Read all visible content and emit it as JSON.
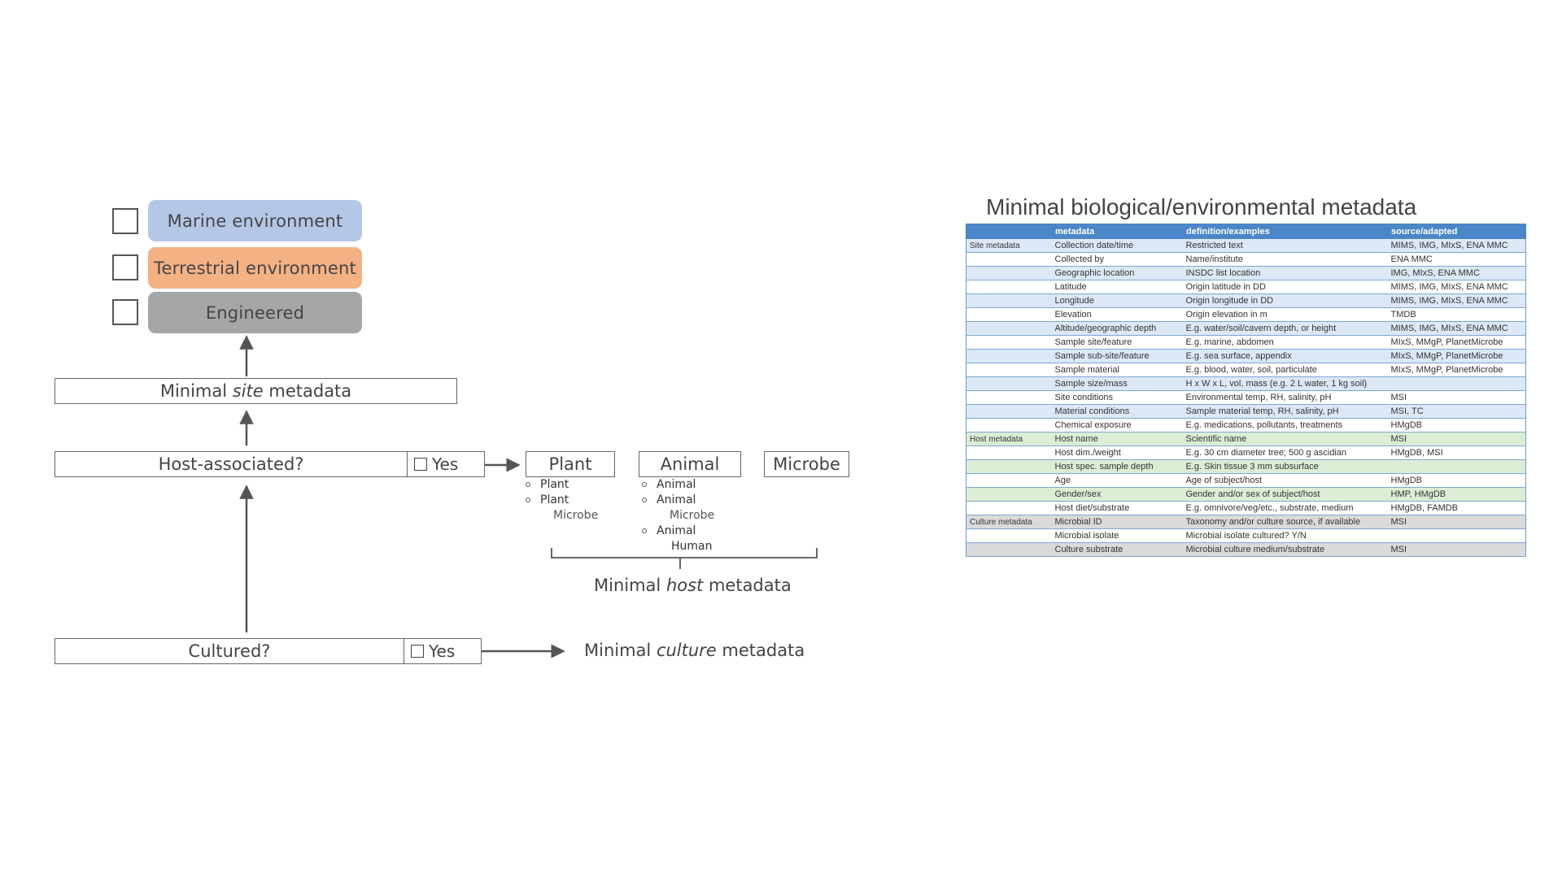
{
  "diagram": {
    "environments": [
      {
        "label": "Marine environment",
        "color": "#b4c7e7"
      },
      {
        "label": "Terrestrial environment",
        "color": "#f4b183"
      },
      {
        "label": "Engineered",
        "color": "#a6a6a6"
      }
    ],
    "site_box": {
      "prefix": "Minimal ",
      "emph": "site",
      "suffix": " metadata"
    },
    "host_question": "Host-associated?",
    "host_yes": "Yes",
    "culture_question": "Cultured?",
    "culture_yes": "Yes",
    "host_types": [
      "Plant",
      "Animal",
      "Microbe"
    ],
    "plant_items": [
      {
        "lines": [
          "Plant"
        ]
      },
      {
        "lines": [
          "Plant",
          "Microbe"
        ]
      }
    ],
    "animal_items": [
      {
        "lines": [
          "Animal"
        ]
      },
      {
        "lines": [
          "Animal",
          "Microbe"
        ]
      },
      {
        "lines": [
          "Animal",
          "Human"
        ]
      }
    ],
    "host_caption": {
      "prefix": "Minimal ",
      "emph": "host",
      "suffix": " metadata"
    },
    "culture_caption": {
      "prefix": "Minimal ",
      "emph": "culture",
      "suffix": " metadata"
    }
  },
  "table": {
    "title": "Minimal biological/environmental metadata",
    "headers": [
      "",
      "metadata",
      "definition/examples",
      "source/adapted"
    ],
    "header_color": "#4a86c8",
    "rows": [
      {
        "group": "site",
        "label": "Site metadata",
        "metadata": "Collection date/time",
        "definition": "Restricted text",
        "source": "MIMS, IMG, MIxS, ENA MMC"
      },
      {
        "group": "site",
        "label": "",
        "metadata": "Collected by",
        "definition": "Name/institute",
        "source": "ENA MMC"
      },
      {
        "group": "site",
        "label": "",
        "metadata": "Geographic location",
        "definition": "INSDC list location",
        "source": "IMG, MIxS, ENA MMC"
      },
      {
        "group": "site",
        "label": "",
        "metadata": "Latitude",
        "definition": "Origin latitude in DD",
        "source": "MIMS, IMG, MIxS, ENA MMC"
      },
      {
        "group": "site",
        "label": "",
        "metadata": "Longitude",
        "definition": "Origin longitude in DD",
        "source": "MIMS, IMG, MIxS, ENA MMC"
      },
      {
        "group": "site",
        "label": "",
        "metadata": "Elevation",
        "definition": "Origin elevation in m",
        "source": "TMDB"
      },
      {
        "group": "site",
        "label": "",
        "metadata": "Altitude/geographic depth",
        "definition": "E.g. water/soil/cavern depth, or height",
        "source": "MIMS, IMG, MIxS, ENA MMC"
      },
      {
        "group": "site",
        "label": "",
        "metadata": "Sample site/feature",
        "definition": "E.g. marine, abdomen",
        "source": "MIxS, MMgP, PlanetMicrobe"
      },
      {
        "group": "site",
        "label": "",
        "metadata": "Sample sub-site/feature",
        "definition": "E.g. sea surface, appendix",
        "source": "MIxS, MMgP, PlanetMicrobe"
      },
      {
        "group": "site",
        "label": "",
        "metadata": "Sample material",
        "definition": "E.g. blood, water, soil, particulate",
        "source": "MIxS, MMgP, PlanetMicrobe"
      },
      {
        "group": "site",
        "label": "",
        "metadata": "Sample size/mass",
        "definition": "H x W x L, vol, mass (e.g. 2 L water, 1 kg soil)",
        "source": ""
      },
      {
        "group": "site",
        "label": "",
        "metadata": "Site conditions",
        "definition": "Environmental temp, RH, salinity, pH",
        "source": "MSI"
      },
      {
        "group": "site",
        "label": "",
        "metadata": "Material conditions",
        "definition": "Sample material temp, RH, salinity, pH",
        "source": "MSI, TC"
      },
      {
        "group": "site",
        "label": "",
        "metadata": "Chemical exposure",
        "definition": "E.g. medications, pollutants, treatments",
        "source": "HMgDB"
      },
      {
        "group": "host",
        "label": "Host metadata",
        "metadata": "Host name",
        "definition": "Scientific name",
        "source": "MSI"
      },
      {
        "group": "host",
        "label": "",
        "metadata": "Host dim./weight",
        "definition": "E.g. 30 cm diameter tree; 500 g ascidian",
        "source": "HMgDB, MSI"
      },
      {
        "group": "host",
        "label": "",
        "metadata": "Host spec. sample depth",
        "definition": "E.g. Skin tissue 3 mm subsurface",
        "source": ""
      },
      {
        "group": "host",
        "label": "",
        "metadata": "Age",
        "definition": "Age of subject/host",
        "source": "HMgDB"
      },
      {
        "group": "host",
        "label": "",
        "metadata": "Gender/sex",
        "definition": "Gender and/or sex of subject/host",
        "source": "HMP, HMgDB"
      },
      {
        "group": "host",
        "label": "",
        "metadata": "Host diet/substrate",
        "definition": "E.g. omnivore/veg/etc., substrate, medium",
        "source": "HMgDB, FAMDB"
      },
      {
        "group": "culture",
        "label": "Culture metadata",
        "metadata": "Microbial ID",
        "definition": "Taxonomy and/or culture source, if available",
        "source": "MSI"
      },
      {
        "group": "culture",
        "label": "",
        "metadata": "Microbial isolate",
        "definition": "Microbial isolate cultured? Y/N",
        "source": ""
      },
      {
        "group": "culture",
        "label": "",
        "metadata": "Culture substrate",
        "definition": "Microbial culture medium/substrate",
        "source": "MSI"
      }
    ]
  }
}
